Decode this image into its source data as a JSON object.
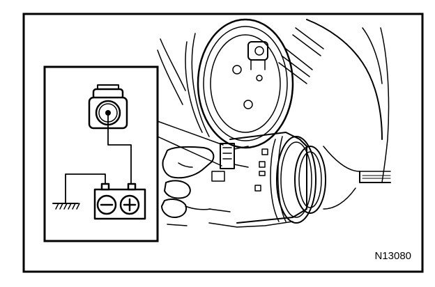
{
  "figure": {
    "figure_id": "N13080",
    "colors": {
      "ink": "#000000",
      "paper": "#ffffff"
    },
    "icons": [
      "compressor-clutch-illustration",
      "connector-icon",
      "battery-icon",
      "ground-icon",
      "hand-illustration"
    ]
  }
}
